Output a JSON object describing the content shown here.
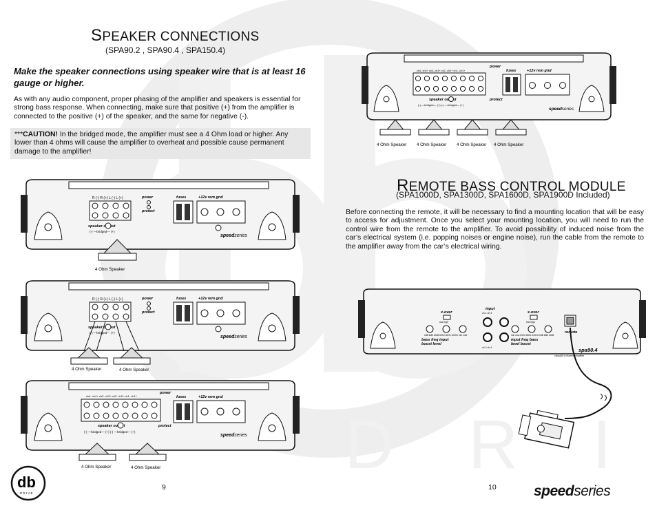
{
  "left_page": {
    "title_first": "S",
    "title_rest": "PEAKER CONNECTIONS",
    "subtitle": "(SPA90.2 , SPA90.4 , SPA150.4)",
    "lead": "Make the speaker connections using speaker wire that is at least 16 gauge or higher.",
    "body": "As with any audio component, proper phasing of the amplifier and speakers is essential for strong bass response. When connecting, make sure that positive (+) from the amplifier is connected to the positive (+) of the speaker, and the same for negative (-).",
    "caution_prefix": "***",
    "caution_label": "CAUTION!",
    "caution_text": " In the bridged mode, the amplifier must see a 4 Ohm load or higher. Any lower than 4 ohms will cause the amplifier to overheat and possible cause permanent damage to the amplifier!",
    "page_number": "9"
  },
  "right_page": {
    "title_first": "R",
    "title_rest": "EMOTE BASS CONTROL MODULE",
    "subtitle": "(SPA1000D,  SPA1300D,  SPA1600D,  SPA1900D Included)",
    "body": "Before connecting the remote, it will be necessary to find a mounting location that will be easy to access for adjustment. Once you select your mounting location, you will need to run the control wire from the remote to the amplifier. To avoid possibility of induced noise from the car’s electrical system (i.e. popping noises or engine noise), run the cable from the remote to the amplifier away from the car’s electrical wiring.",
    "page_number": "10"
  },
  "diagram_labels": {
    "speaker": "4 Ohm Speaker",
    "power": "power",
    "protect": "protect",
    "fuses": "fuses",
    "plus12v": "+12v",
    "rem": "rem",
    "gnd": "gnd",
    "speaker_output": "speaker",
    "output": "output",
    "bridged": "(-) —bridged— (+)",
    "bridged_pair": "(-) —bridged— (+)  (-) —bridged— (+)",
    "brand_bold": "speed",
    "brand_light": "series",
    "ch_2": "R (-)  R (+)  L (-)  L (+)",
    "ch_4": "ch4-  ch4+  ch3-  ch3+  ch2-  ch2+  ch1-  ch1+",
    "input": "input",
    "xover": "x-over",
    "bass_boost": "bass boost",
    "freq": "freq",
    "input_level": "input level",
    "remote": "remote",
    "model": "spa90.4",
    "classab": "classAB 4 channel amplifier",
    "low_high": "low   high",
    "ch1": "ch 1",
    "ch2": "ch 2",
    "ch3": "ch 3",
    "ch4": "ch 4",
    "db": "0dB 6dB 12dB",
    "hz": "60Hz 80Hz 120Hz",
    "minmax": "min   max"
  },
  "footer": {
    "logo_text": "db",
    "logo_sub": "DRIVE",
    "brand_bold": "speed",
    "brand_light": "series",
    "watermark": "D R I V E"
  },
  "colors": {
    "watermark": "#ececec",
    "caution_bg": "#e7e7e7",
    "ink": "#111111"
  }
}
